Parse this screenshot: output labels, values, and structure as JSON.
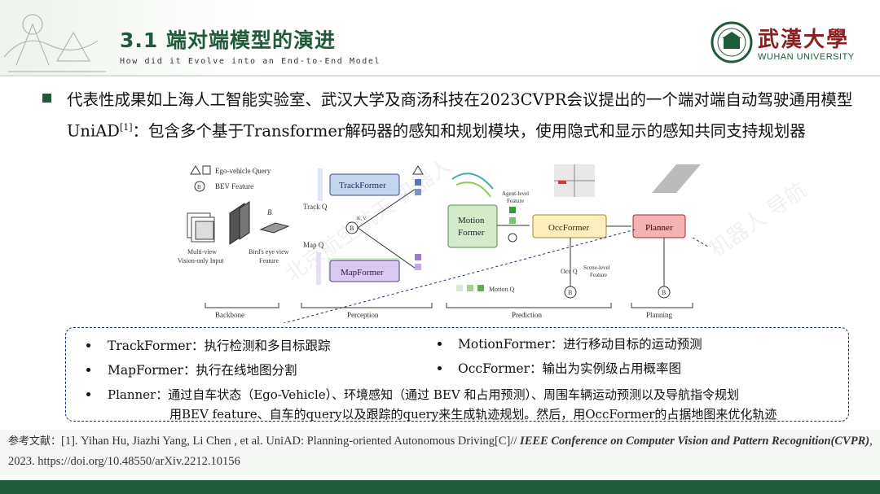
{
  "header": {
    "title": "3.1  端对端模型的演进",
    "subtitle": "How did it Evolve into an End-to-End Model",
    "logo": {
      "name": "武漢大學",
      "english": "WUHAN UNIVERSITY"
    }
  },
  "main": {
    "paragraph_a": "代表性成果如上海人工智能实验室、武汉大学及商汤科技在2023CVPR会议提出的一个端对端自动驾驶通用模型UniAD",
    "paragraph_ref": "[1]",
    "paragraph_b": "：包含多个基于Transformer解码器的感知和规划模块，使用隐式和显示的感知共同支持规划器"
  },
  "diagram": {
    "legend_query": "Ego-vehicle Query",
    "legend_bev": "BEV Feature",
    "input_label_1": "Multi-view",
    "input_label_2": "Vision-only Input",
    "bev_label_1": "Bird's eye view",
    "bev_label_2": "Feature",
    "b_label": "B",
    "track_q": "Track Q",
    "map_q": "Map Q",
    "kv": "K, V",
    "trackformer": "TrackFormer",
    "mapformer": "MapFormer",
    "motion_1": "Motion",
    "motion_2": "Former",
    "agent_1": "Agent-level",
    "agent_2": "Feature",
    "occformer": "OccFormer",
    "planner": "Planner",
    "occ_q": "Occ Q",
    "scene_1": "Scene-level",
    "scene_2": "Feature",
    "motion_q": "Motion Q",
    "stage_backbone": "Backbone",
    "stage_perception": "Perception",
    "stage_prediction": "Prediction",
    "stage_planning": "Planning"
  },
  "features": {
    "trackformer": "TrackFormer：执行检测和多目标跟踪",
    "motionformer": "MotionFormer：进行移动目标的运动预测",
    "mapformer": "MapFormer：执行在线地图分割",
    "occformer": "OccFormer：输出为实例级占用概率图",
    "planner_line1": "Planner：通过自车状态（Ego-Vehicle）、环境感知（通过 BEV 和占用预测）、周围车辆运动预测以及导航指令规划",
    "planner_line2": "用BEV feature、自车的query以及跟踪的query来生成轨迹规划。然后，用OccFormer的占据地图来优化轨迹"
  },
  "reference": {
    "prefix": "参考文献：",
    "body": "[1]. Yihan Hu, Jiazhi Yang, Li Chen , et al. UniAD: Planning-oriented Autonomous Driving[C]// ",
    "venue": "IEEE Conference on Computer Vision and Pattern Recognition(CVPR)",
    "tail": ", 2023. https://doi.org/10.48550/arXiv.2212.10156"
  },
  "colors": {
    "brand_green": "#1f5a3a",
    "logo_red": "#8a1f1f",
    "dashed_border": "#1a2f6a"
  }
}
